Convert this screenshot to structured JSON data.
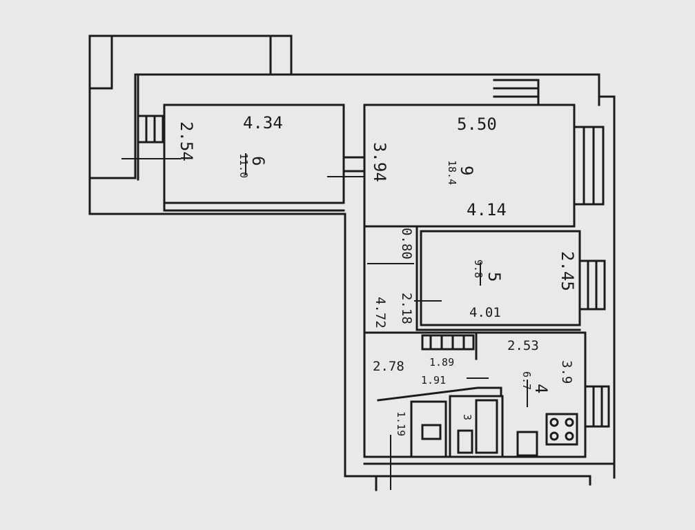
{
  "dimensions": {
    "room6_width": "4.34",
    "room6_depth": "2.54",
    "room9_width": "5.50",
    "room9_depth": "3.94",
    "room9_lower": "4.14",
    "room5_depth": "2.45",
    "room5_width": "4.01",
    "hall_upper": "0.80",
    "hall_small": "2.18",
    "hall_length": "4.72",
    "kitchen_width": "2.53",
    "kitchen_depth": "3.9",
    "corridor": "2.78",
    "wc_a": "1.89",
    "wc_b": "1.91",
    "entry": "1.19"
  },
  "rooms": {
    "r6_num": "6",
    "r6_area": "11.0",
    "r9_num": "9",
    "r9_area": "18.4",
    "r5_num": "5",
    "r5_area": "9.8",
    "k_num": "4",
    "k_area": "6.7",
    "bath_num": "3"
  },
  "colors": {
    "ink": "#1b1b1b",
    "paper": "#e9e9e7"
  }
}
